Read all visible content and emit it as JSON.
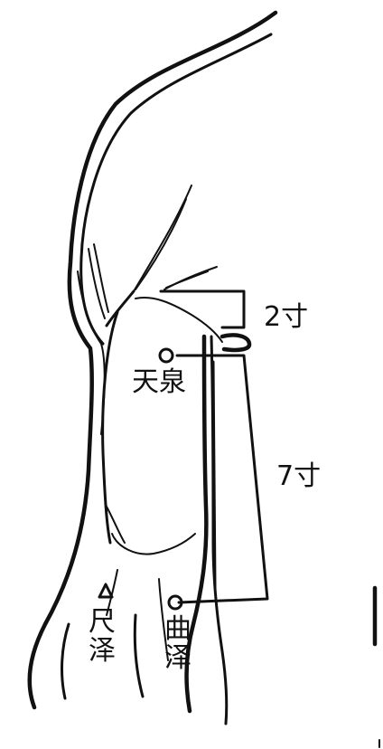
{
  "measures": {
    "upper": "2寸",
    "lower": "7寸"
  },
  "points": {
    "tianquan": "天泉",
    "chize": "尺泽",
    "quze": "曲泽"
  },
  "colors": {
    "ink": "#111111",
    "paper": "#ffffff"
  }
}
